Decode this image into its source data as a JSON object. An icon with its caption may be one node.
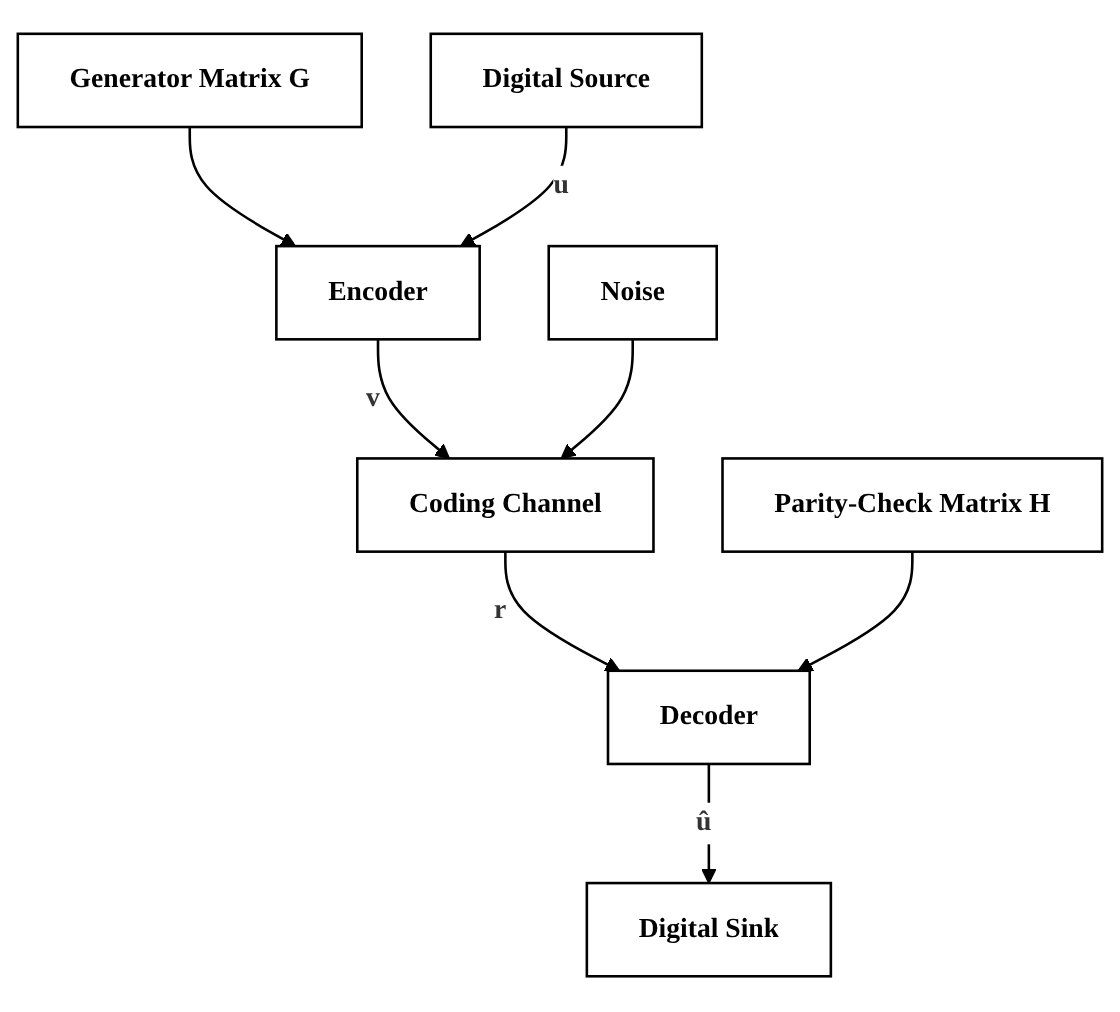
{
  "diagram": {
    "nodes": [
      {
        "text": [
          "Generator Matrix G"
        ]
      },
      {
        "text": [
          "Digital Source"
        ]
      },
      {
        "text": [
          "Encoder"
        ]
      },
      {
        "text": [
          "Noise"
        ]
      },
      {
        "text": [
          "Coding Channel"
        ]
      },
      {
        "text": [
          "Digital Sink"
        ]
      },
      {
        "text": [
          "Decoder"
        ]
      },
      {
        "text": [
          "Parity-Check Matrix H"
        ]
      }
    ],
    "edges": [
      {
        "from": 0,
        "to": 2,
        "arrow": "to"
      },
      {
        "from": 1,
        "to": 2,
        "arrow": "to",
        "label": "u"
      },
      {
        "from": 2,
        "to": 4,
        "arrow": "to",
        "label": "v"
      },
      {
        "from": 3,
        "to": 4,
        "arrow": "to"
      },
      {
        "from": 4,
        "to": 6,
        "arrow": "to",
        "label": "r"
      },
      {
        "from": 6,
        "to": 5,
        "arrow": "to",
        "label": "û"
      },
      {
        "from": 7,
        "to": 6,
        "arrow": "to"
      }
    ]
  }
}
